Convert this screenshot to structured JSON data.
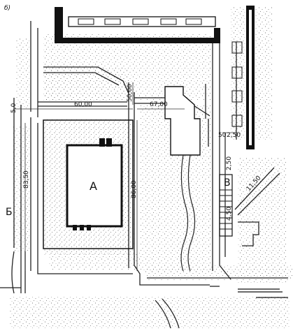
{
  "figure_label": "б)",
  "labels": {
    "building_a": "А",
    "building_b": "Б",
    "building_v": "В"
  },
  "dimensions": {
    "d_60": "60,00",
    "d_50_v": "50,00",
    "d_67": "67,00",
    "d_5_left": "5,0",
    "d_86": "86,00",
    "d_83": "83,50",
    "d_50_top_right": "50",
    "d_250_top_right": "2,50",
    "d_250_v": "2,50",
    "d_4_50": "4,50",
    "d_11_50": "11,50"
  }
}
